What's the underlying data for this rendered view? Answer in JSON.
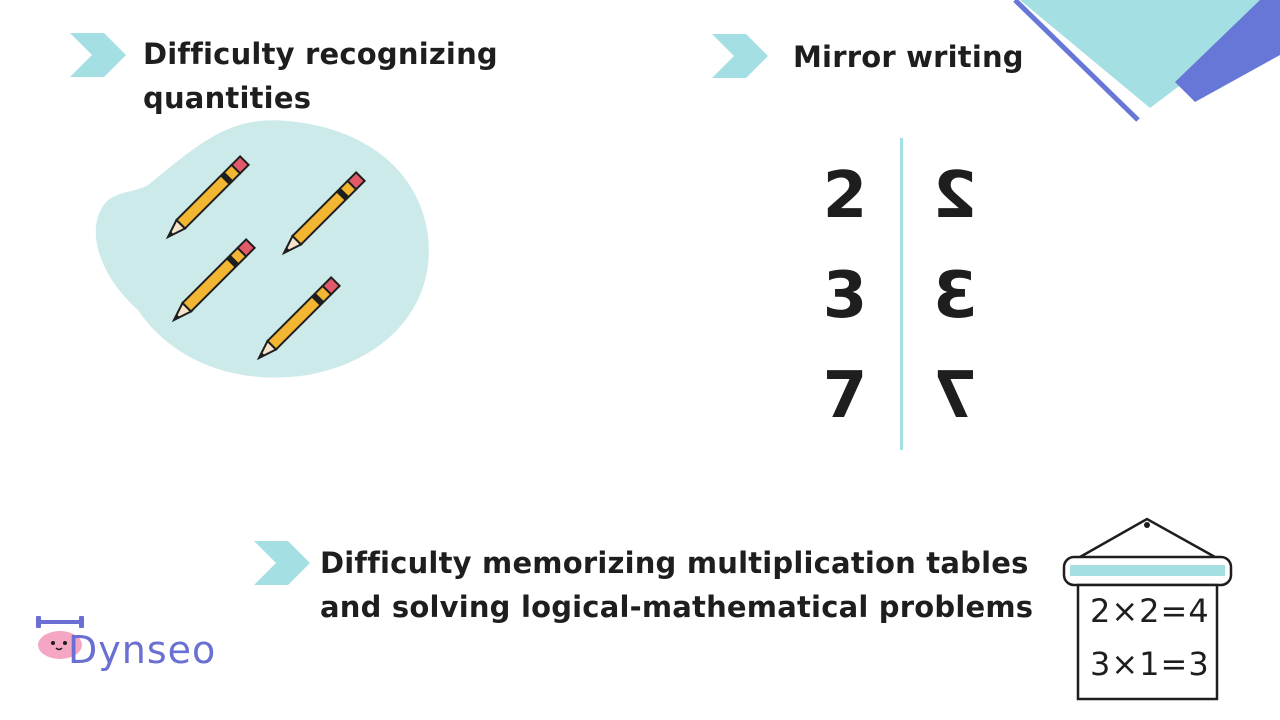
{
  "colors": {
    "accent_teal": "#a4dfe3",
    "accent_blue": "#6677d8",
    "blob": "#cdeaea",
    "pencil_body": "#f2b632",
    "pencil_eraser": "#e25a6a",
    "text": "#1e1e1e",
    "logo": "#6a6fd3"
  },
  "sections": {
    "quantities": {
      "title_line1": "Difficulty recognizing",
      "title_line2": "quantities",
      "icon": "chevron-right-icon"
    },
    "mirror": {
      "title": "Mirror writing",
      "icon": "chevron-right-icon"
    },
    "tables": {
      "title_line1": "Difficulty memorizing multiplication tables",
      "title_line2": "and solving logical-mathematical problems",
      "icon": "chevron-right-icon"
    }
  },
  "mirror_digits": [
    "2",
    "3",
    "7"
  ],
  "board": {
    "line1": "2×2=4",
    "line2": "3×1=3"
  },
  "logo": {
    "text": "Dynseo"
  }
}
